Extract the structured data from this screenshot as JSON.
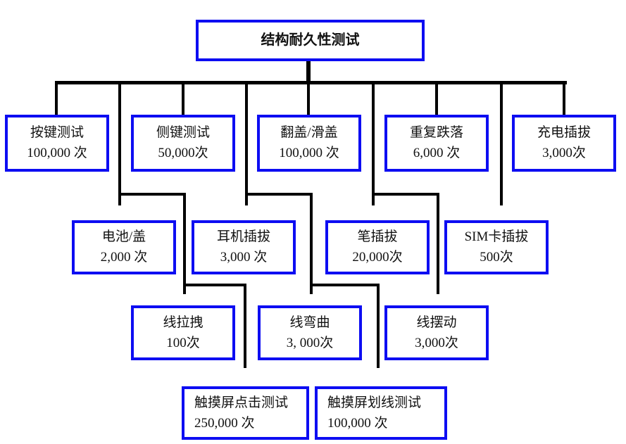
{
  "diagram": {
    "title": "结构耐久性测试",
    "colors": {
      "box_border": "#0d0df2",
      "connector": "#000000",
      "text": "#111111",
      "background": "#ffffff"
    },
    "root": {
      "title": "结构耐久性测试"
    },
    "level1": [
      {
        "title": "按键测试",
        "count": "100,000 次"
      },
      {
        "title": "侧键测试",
        "count": "50,000次"
      },
      {
        "title": "翻盖/滑盖",
        "count": "100,000 次"
      },
      {
        "title": "重复跌落",
        "count": "6,000 次"
      },
      {
        "title": "充电插拔",
        "count": "3,000次"
      }
    ],
    "level2": [
      {
        "title": "电池/盖",
        "count": "2,000 次"
      },
      {
        "title": "耳机插拔",
        "count": "3,000 次"
      },
      {
        "title": "笔插拔",
        "count": "20,000次"
      },
      {
        "title": "SIM卡插拔",
        "count": "500次"
      }
    ],
    "level3": [
      {
        "title": "线拉拽",
        "count": "100次"
      },
      {
        "title": "线弯曲",
        "count": "3, 000次"
      },
      {
        "title": "线摆动",
        "count": "3,000次"
      }
    ],
    "level4": [
      {
        "title": "触摸屏点击测试",
        "count": "250,000 次"
      },
      {
        "title": "触摸屏划线测试",
        "count": "100,000 次"
      }
    ]
  }
}
